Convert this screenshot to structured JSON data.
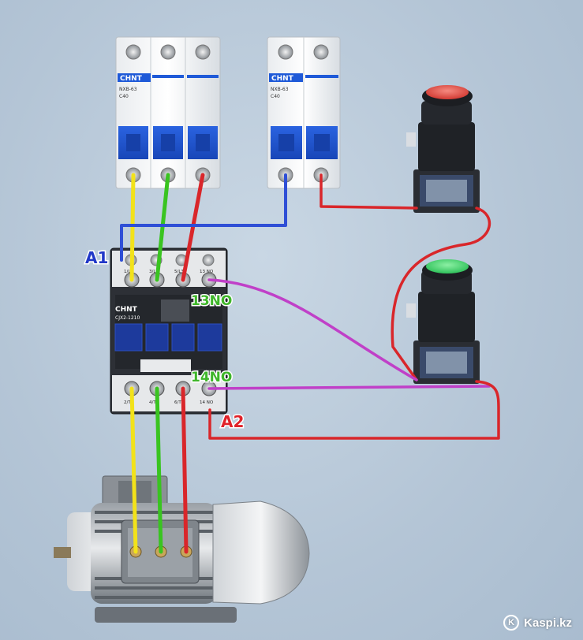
{
  "breaker_main": {
    "brand": "CHNT",
    "model": "NXB-63",
    "rating": "C40"
  },
  "breaker_control": {
    "brand": "CHNT",
    "model": "NXB-63",
    "rating": "C40"
  },
  "contactor": {
    "brand": "CHNT",
    "model": "CJX2-1210",
    "top_terminals": [
      "1/L1",
      "3/L2",
      "5/L3",
      "13 NO"
    ],
    "bottom_terminals": [
      "2/T1",
      "4/T2",
      "6/T3",
      "14 NO"
    ]
  },
  "labels": {
    "a1": "A1",
    "a2": "A2",
    "no13": "13NO",
    "no14": "14NO"
  },
  "buttons": {
    "stop_color": "#e0473f",
    "start_color": "#3fd46a"
  },
  "wire_colors": {
    "yellow": "#f2e21a",
    "green": "#39c420",
    "red": "#d9262a",
    "blue": "#2f4fd6",
    "magenta": "#c040c8"
  },
  "watermark": {
    "logo": "K",
    "text": "Kaspi.kz"
  }
}
